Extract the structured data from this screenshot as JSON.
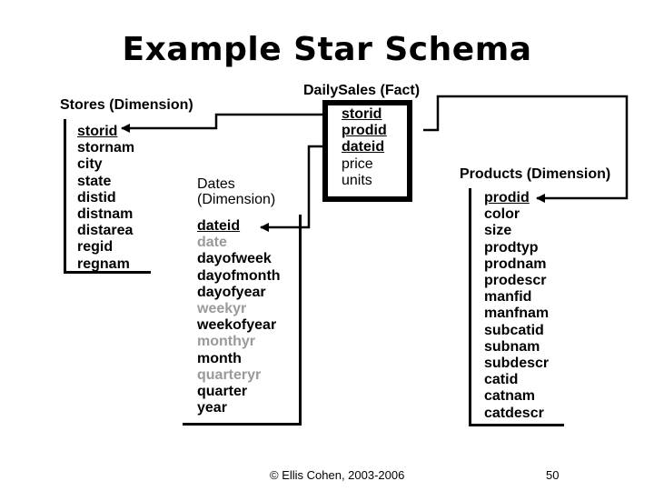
{
  "title": "Example Star Schema",
  "stores": {
    "name": "Stores (Dimension)",
    "fields": [
      "storid",
      "stornam",
      "city",
      "state",
      "distid",
      "distnam",
      "distarea",
      "regid",
      "regnam"
    ]
  },
  "dates": {
    "name_line1": "Dates",
    "name_line2": "(Dimension)",
    "fields": [
      "dateid",
      "date",
      "dayofweek",
      "dayofmonth",
      "dayofyear",
      "weekyr",
      "weekofyear",
      "monthyr",
      "month",
      "quarteryr",
      "quarter",
      "year"
    ]
  },
  "sales": {
    "name": "DailySales (Fact)",
    "fields": [
      "storid",
      "prodid",
      "dateid",
      "price",
      "units"
    ]
  },
  "products": {
    "name": "Products (Dimension)",
    "fields": [
      "prodid",
      "color",
      "size",
      "prodtyp",
      "prodnam",
      "prodescr",
      "manfid",
      "manfnam",
      "subcatid",
      "subnam",
      "subdescr",
      "catid",
      "catnam",
      "catdescr"
    ]
  },
  "footer": {
    "copyright": "© Ellis Cohen, 2003-2006",
    "page": "50"
  }
}
